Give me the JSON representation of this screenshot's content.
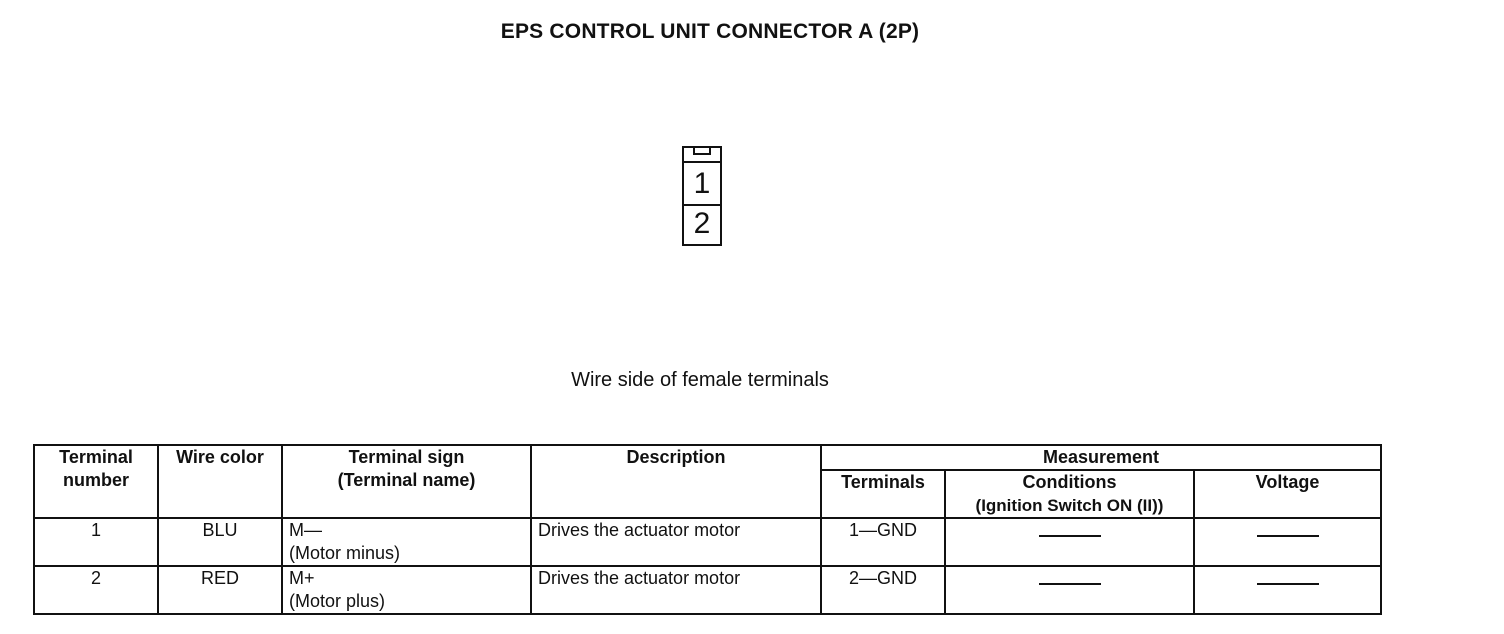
{
  "title": "EPS CONTROL UNIT CONNECTOR A (2P)",
  "connector": {
    "pins": [
      "1",
      "2"
    ]
  },
  "caption": "Wire side of female terminals",
  "table": {
    "headers": {
      "terminal_number": "Terminal number",
      "wire_color": "Wire color",
      "terminal_sign_line1": "Terminal sign",
      "terminal_sign_line2": "(Terminal name)",
      "description": "Description",
      "measurement": "Measurement",
      "terminals": "Terminals",
      "conditions_line1": "Conditions",
      "conditions_line2": "(Ignition Switch ON (II))",
      "voltage": "Voltage"
    },
    "rows": [
      {
        "terminal_number": "1",
        "wire_color": "BLU",
        "sign": "M—",
        "name": "(Motor minus)",
        "description": "Drives the actuator motor",
        "terminals": "1—GND"
      },
      {
        "terminal_number": "2",
        "wire_color": "RED",
        "sign": "M+",
        "name": "(Motor plus)",
        "description": "Drives the actuator motor",
        "terminals": "2—GND"
      }
    ]
  }
}
